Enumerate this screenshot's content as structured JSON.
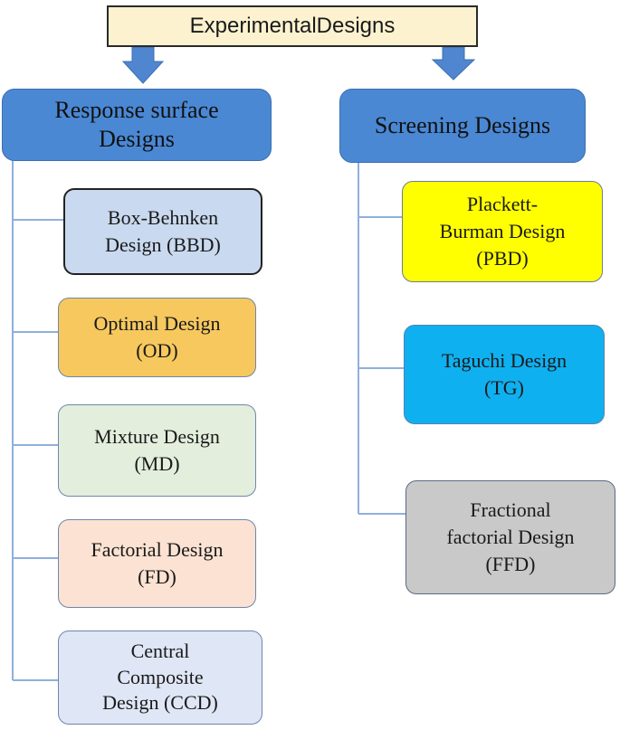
{
  "root": {
    "label": "ExperimentalDesigns"
  },
  "branches": [
    {
      "label": "Response surface\nDesigns",
      "leaves": [
        {
          "label": "Box-Behnken\nDesign    (BBD)",
          "color": "#c9d9ef",
          "border": "#222222"
        },
        {
          "label": "Optimal Design\n(OD)",
          "color": "#f6c85e",
          "border": "#8da2c4"
        },
        {
          "label": "Mixture Design\n(MD)",
          "color": "#e4eedd",
          "border": "#8da2c4"
        },
        {
          "label": "Factorial Design\n(FD)",
          "color": "#fbe2d2",
          "border": "#8da2c4"
        },
        {
          "label": "Central\nComposite\nDesign (CCD)",
          "color": "#dfe6f5",
          "border": "#8da2c4"
        }
      ]
    },
    {
      "label": "Screening Designs",
      "leaves": [
        {
          "label": "Plackett-\nBurman Design\n(PBD)",
          "color": "#ffff00",
          "border": "#6a7c99"
        },
        {
          "label": "Taguchi Design\n(TG)",
          "color": "#0fb0f0",
          "border": "#5a7fb0"
        },
        {
          "label": "Fractional\nfactorial Design\n(FFD)",
          "color": "#c9c9c9",
          "border": "#5a6a85"
        }
      ]
    }
  ],
  "colors": {
    "header": "#4a88d4",
    "arrow": "#4f86cf",
    "connector": "#8fb0dc"
  }
}
